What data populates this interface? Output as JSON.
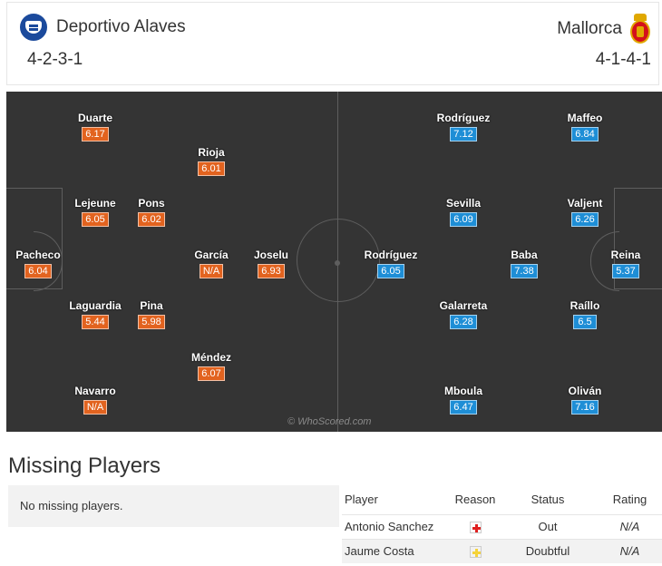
{
  "header": {
    "home": {
      "name": "Deportivo Alaves",
      "formation": "4-2-3-1"
    },
    "away": {
      "name": "Mallorca",
      "formation": "4-1-4-1"
    }
  },
  "pitch": {
    "watermark": "© WhoScored.com",
    "home_players": [
      {
        "name": "Duarte",
        "rating": "6.17"
      },
      {
        "name": "Rioja",
        "rating": "6.01"
      },
      {
        "name": "Lejeune",
        "rating": "6.05"
      },
      {
        "name": "Pons",
        "rating": "6.02"
      },
      {
        "name": "Pacheco",
        "rating": "6.04"
      },
      {
        "name": "García",
        "rating": "N/A"
      },
      {
        "name": "Joselu",
        "rating": "6.93"
      },
      {
        "name": "Laguardia",
        "rating": "5.44"
      },
      {
        "name": "Pina",
        "rating": "5.98"
      },
      {
        "name": "Méndez",
        "rating": "6.07"
      },
      {
        "name": "Navarro",
        "rating": "N/A"
      }
    ],
    "away_players": [
      {
        "name": "Rodríguez",
        "rating": "7.12"
      },
      {
        "name": "Maffeo",
        "rating": "6.84"
      },
      {
        "name": "Sevilla",
        "rating": "6.09"
      },
      {
        "name": "Valjent",
        "rating": "6.26"
      },
      {
        "name": "Rodríguez",
        "rating": "6.05"
      },
      {
        "name": "Baba",
        "rating": "7.38"
      },
      {
        "name": "Reina",
        "rating": "5.37"
      },
      {
        "name": "Galarreta",
        "rating": "6.28"
      },
      {
        "name": "Raíllo",
        "rating": "6.5"
      },
      {
        "name": "Mboula",
        "rating": "6.47"
      },
      {
        "name": "Oliván",
        "rating": "7.16"
      }
    ]
  },
  "missing": {
    "title": "Missing Players",
    "home_message": "No missing players.",
    "columns": [
      "Player",
      "Reason",
      "Status",
      "Rating"
    ],
    "rows": [
      {
        "player": "Antonio Sanchez",
        "reason_icon": "injury-cross-icon",
        "reason_color": "#e02020",
        "status": "Out",
        "rating": "N/A"
      },
      {
        "player": "Jaume Costa",
        "reason_icon": "doubtful-cross-icon",
        "reason_color": "#f5d33a",
        "status": "Doubtful",
        "rating": "N/A"
      }
    ]
  },
  "colors": {
    "home_rating": "#e2631f",
    "away_rating": "#1e8ed6",
    "pitch": "#343434"
  }
}
